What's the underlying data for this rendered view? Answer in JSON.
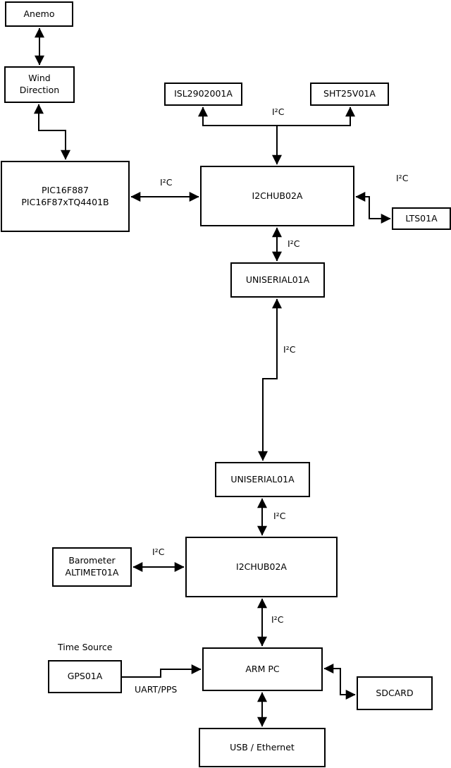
{
  "diagram": {
    "nodes": {
      "anemo": {
        "label": "Anemo"
      },
      "wind_direction": {
        "label": "Wind\nDirection"
      },
      "pic": {
        "label": "PIC16F887\nPIC16F87xTQ4401B"
      },
      "isl": {
        "label": "ISL2902001A"
      },
      "sht": {
        "label": "SHT25V01A"
      },
      "i2chub_top": {
        "label": "I2CHUB02A"
      },
      "lts": {
        "label": "LTS01A"
      },
      "uniserial_upper": {
        "label": "UNISERIAL01A"
      },
      "uniserial_lower": {
        "label": "UNISERIAL01A"
      },
      "i2chub_bottom": {
        "label": "I2CHUB02A"
      },
      "barometer": {
        "label": "Barometer\nALTIMET01A"
      },
      "gps": {
        "label": "GPS01A"
      },
      "arm_pc": {
        "label": "ARM PC"
      },
      "sdcard": {
        "label": "SDCARD"
      },
      "usb_ethernet": {
        "label": "USB / Ethernet"
      }
    },
    "edge_labels": {
      "bus_top": "I²C",
      "pic_hub": "I²C",
      "hub_lts": "I²C",
      "hub1_uniserial": "I²C",
      "uniserial_uniserial": "I²C",
      "uniserial_hub2": "I²C",
      "baro_hub2": "I²C",
      "hub2_armpc": "I²C",
      "gps_armpc": "UART/PPS"
    },
    "annotations": {
      "time_source": "Time Source"
    },
    "edges": [
      {
        "from": "Anemo",
        "to": "Wind Direction",
        "label": "",
        "style": "bidirectional"
      },
      {
        "from": "Wind Direction",
        "to": "PIC16F887 PIC16F87xTQ4401B",
        "label": "",
        "style": "bidirectional"
      },
      {
        "from": "PIC16F887 PIC16F87xTQ4401B",
        "to": "I2CHUB02A (top)",
        "label": "I²C",
        "style": "bidirectional"
      },
      {
        "from": "I2CHUB02A (top)",
        "to": "ISL2902001A",
        "label": "I²C",
        "style": "bus-bidirectional"
      },
      {
        "from": "I2CHUB02A (top)",
        "to": "SHT25V01A",
        "label": "I²C",
        "style": "bus-bidirectional"
      },
      {
        "from": "I2CHUB02A (top)",
        "to": "LTS01A",
        "label": "I²C",
        "style": "bidirectional"
      },
      {
        "from": "I2CHUB02A (top)",
        "to": "UNISERIAL01A (upper)",
        "label": "I²C",
        "style": "bidirectional"
      },
      {
        "from": "UNISERIAL01A (upper)",
        "to": "UNISERIAL01A (lower)",
        "label": "I²C",
        "style": "bidirectional"
      },
      {
        "from": "UNISERIAL01A (lower)",
        "to": "I2CHUB02A (bottom)",
        "label": "I²C",
        "style": "bidirectional"
      },
      {
        "from": "Barometer ALTIMET01A",
        "to": "I2CHUB02A (bottom)",
        "label": "I²C",
        "style": "bidirectional"
      },
      {
        "from": "I2CHUB02A (bottom)",
        "to": "ARM PC",
        "label": "I²C",
        "style": "bidirectional"
      },
      {
        "from": "GPS01A",
        "to": "ARM PC",
        "label": "UART/PPS",
        "style": "arrow-to"
      },
      {
        "from": "ARM PC",
        "to": "SDCARD",
        "label": "",
        "style": "bidirectional"
      },
      {
        "from": "ARM PC",
        "to": "USB / Ethernet",
        "label": "",
        "style": "bidirectional"
      }
    ],
    "colors": {
      "line": "#000000",
      "box_border": "#000000",
      "box_fill": "#ffffff",
      "background": "#ffffff",
      "text": "#000000"
    }
  }
}
